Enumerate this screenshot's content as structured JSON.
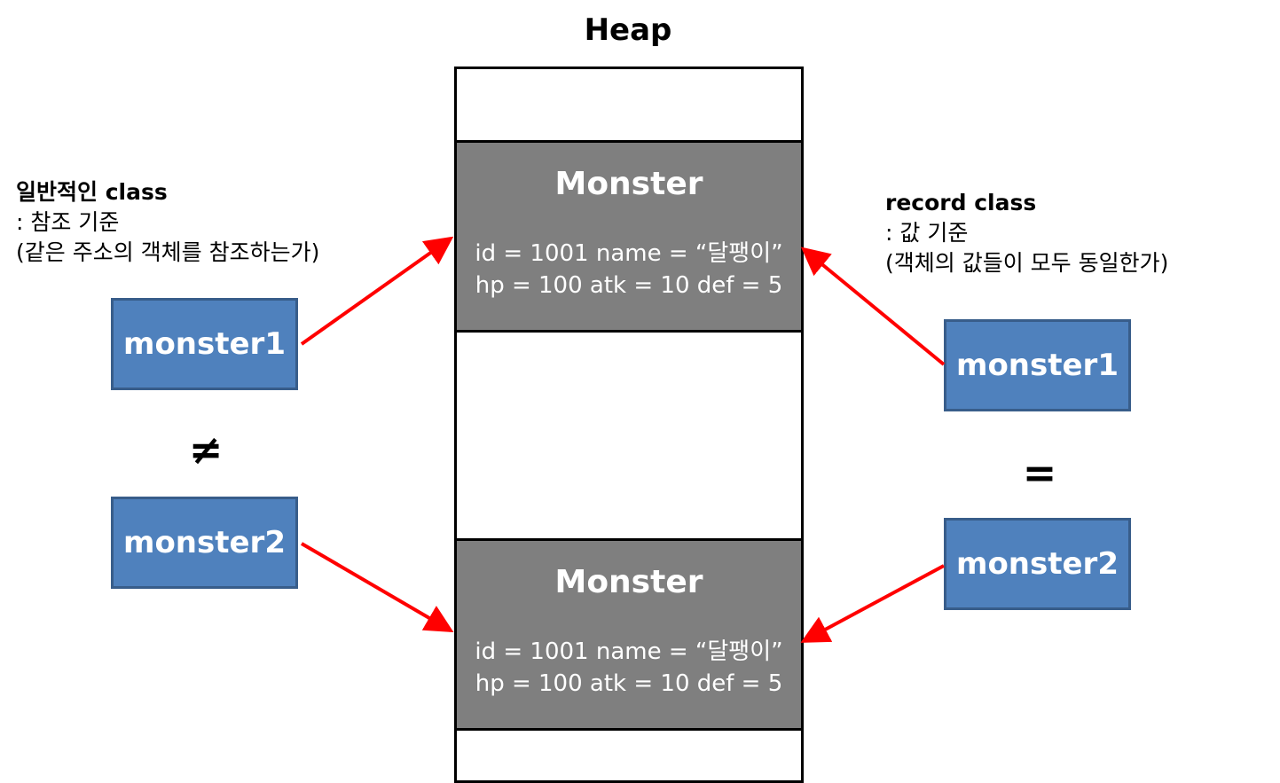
{
  "heap": {
    "title": "Heap",
    "objects": [
      {
        "title": "Monster",
        "line1": "id = 1001 name = “달팽이”",
        "line2": "hp = 100 atk = 10 def = 5"
      },
      {
        "title": "Monster",
        "line1": "id = 1001 name = “달팽이”",
        "line2": "hp = 100 atk = 10 def = 5"
      }
    ]
  },
  "left": {
    "heading": "일반적인 class",
    "line1": ": 참조 기준",
    "line2": "(같은 주소의 객체를 참조하는가)",
    "var1": "monster1",
    "var2": "monster2",
    "relation": "≠"
  },
  "right": {
    "heading": "record class",
    "line1": ": 값 기준",
    "line2": "(객체의 값들이 모두 동일한가)",
    "var1": "monster1",
    "var2": "monster2",
    "relation": "="
  },
  "colors": {
    "arrow": "#ff0000",
    "variable_fill": "#4f81bd",
    "variable_border": "#385d8a",
    "object_fill": "#7f7f7f"
  }
}
